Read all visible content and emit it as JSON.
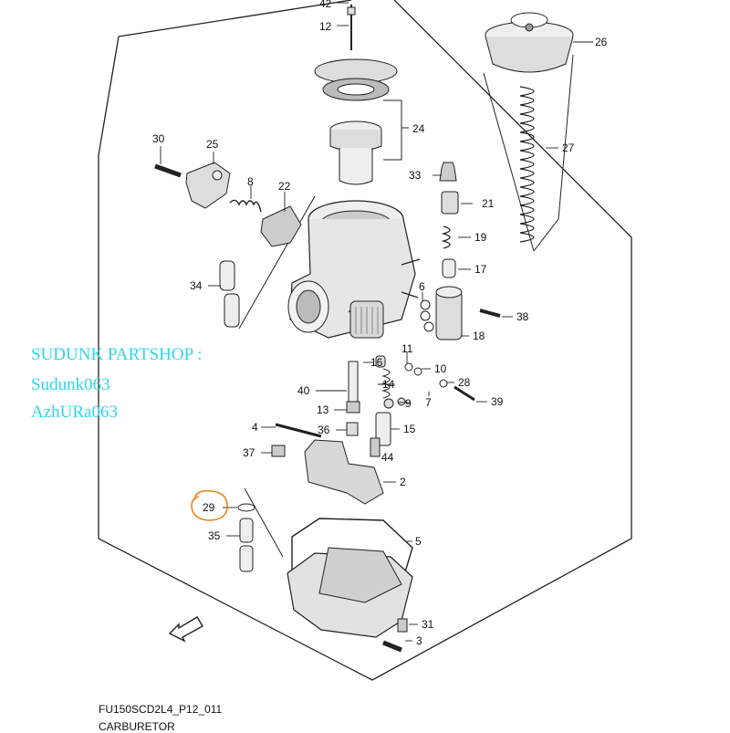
{
  "diagram": {
    "code": "FU150SCD2L4_P12_011",
    "title": "CARBURETOR",
    "highlight_color": "#f0821e",
    "watermark_color": "#2fd6e8",
    "highlighted_part": "29",
    "labels": {
      "n42": "42",
      "n12": "12",
      "n26": "26",
      "n24": "24",
      "n27": "27",
      "n30": "30",
      "n25": "25",
      "n8": "8",
      "n22": "22",
      "n33": "33",
      "n21": "21",
      "n19": "19",
      "n17": "17",
      "n34": "34",
      "n6": "6",
      "n38": "38",
      "n18": "18",
      "n11": "11",
      "n16": "16",
      "n10": "10",
      "n40": "40",
      "n14": "14",
      "n28": "28",
      "n13": "13",
      "n9": "9",
      "n7": "7",
      "n39": "39",
      "n4": "4",
      "n36": "36",
      "n15": "15",
      "n37": "37",
      "n44": "44",
      "n2": "2",
      "n29": "29",
      "n35": "35",
      "n5": "5",
      "n31": "31",
      "n3": "3"
    }
  },
  "watermark": {
    "line1": "SUDUNK PARTSHOP :",
    "line2": "Sudunk063",
    "line3": "AzhURa063"
  }
}
